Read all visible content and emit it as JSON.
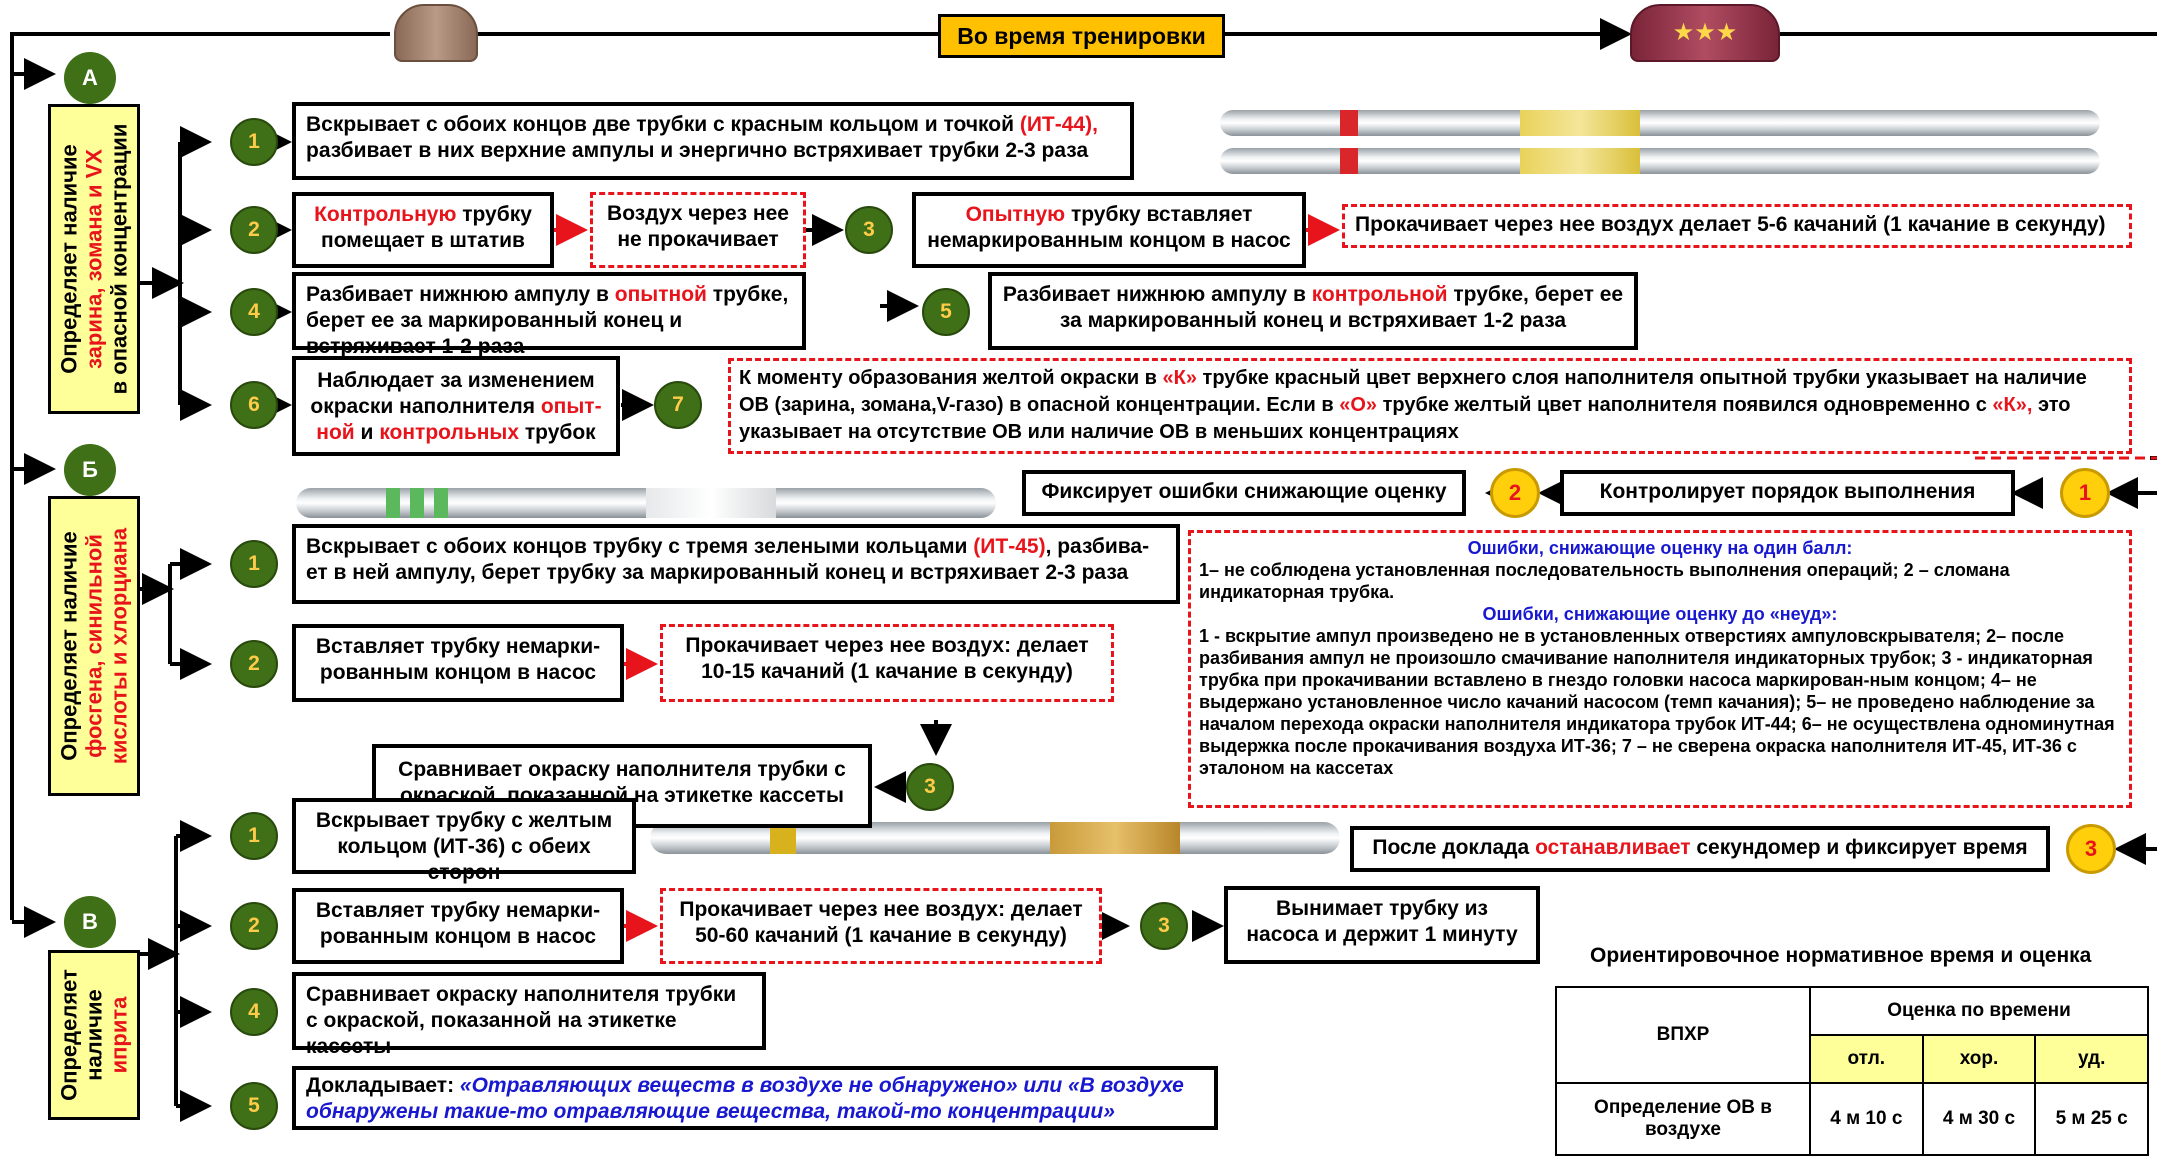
{
  "header": {
    "title": "Во время тренировки"
  },
  "sections": {
    "A": {
      "letter": "А",
      "label_lines": [
        "Определяет наличие",
        "зарина, зомана и VX",
        "в опасной концентрации"
      ]
    },
    "B": {
      "letter": "Б",
      "label_lines": [
        "Определяет наличие",
        "фосгена, синильной",
        "кислоты и хлорциана"
      ]
    },
    "C": {
      "letter": "В",
      "label_lines": [
        "Определяет",
        "наличие",
        "иприта"
      ]
    }
  },
  "steps_a": {
    "s1": {
      "num": "1",
      "text": "Вскрывает с обоих концов две трубки с красным кольцом и точкой ",
      "red": "(ИТ-44),",
      "text2": "разбивает в них верхние ампулы и энергично встряхивает трубки 2-3 раза"
    },
    "s2": {
      "num": "2",
      "red": "Контрольную",
      "text": " трубку помещает в штатив"
    },
    "s2b": {
      "text": "Воздух через нее не прокачивает"
    },
    "s3": {
      "num": "3",
      "red": "Опытную",
      "text": " трубку вставляет немаркированным концом в насос"
    },
    "s3b": {
      "text": "Прокачивает через нее воздух делает 5-6 качаний (1 качание в секунду)"
    },
    "s4": {
      "num": "4",
      "text": "Разбивает нижнюю ампулу в ",
      "red": "опытной",
      "text2": " трубке, берет ее за маркированный конец и встряхивает 1-2 раза"
    },
    "s5": {
      "num": "5",
      "text": "Разбивает нижнюю ампулу в ",
      "red": "контрольной",
      "text2": " трубке, берет ее за маркированный конец и встряхивает 1-2 раза"
    },
    "s6": {
      "num": "6",
      "text": "Наблюдает за изменением окраски наполнителя ",
      "red": "опыт-ной",
      "mid": " и ",
      "red2": "контрольных",
      "text2": " трубок"
    },
    "s7": {
      "num": "7",
      "t1": "К моменту образования желтой окраски в ",
      "r1": "«К»",
      "t2": " трубке красный цвет верхнего слоя наполнителя опытной трубки указывает на наличие ОВ (зарина, зомана,V-газо) в опасной концентрации. Если в ",
      "r2": "«О»",
      "t3": " трубке желтый цвет наполнителя появился одновременно с ",
      "r3": "«К»,",
      "t4": " это указывает на отсутствие ОВ или наличие ОВ в меньших концентрациях"
    }
  },
  "steps_b": {
    "s1": {
      "num": "1",
      "text": "Вскрывает с обоих концов трубку с тремя зелеными кольцами ",
      "red": "(ИТ-45)",
      "text2": ", разбива-ет в ней ампулу, берет трубку за маркированный конец и встряхивает 2-3 раза"
    },
    "s2": {
      "num": "2",
      "text": "Вставляет трубку немарки-рованным концом в насос"
    },
    "s2b": {
      "text": "Прокачивает через нее воздух: делает 10-15 качаний (1 качание в секунду)"
    },
    "s3": {
      "num": "3",
      "text": "Сравнивает окраску наполнителя трубки с окраской, показанной на этикетке кассеты"
    }
  },
  "steps_c": {
    "s1": {
      "num": "1",
      "text": "Вскрывает трубку с желтым кольцом (ИТ-36) с обеих сторон"
    },
    "s2": {
      "num": "2",
      "text": "Вставляет трубку немарки-рованным концом в насос"
    },
    "s2b": {
      "text": "Прокачивает через нее воздух: делает 50-60 качаний (1 качание в секунду)"
    },
    "s3": {
      "num": "3",
      "text": "Вынимает трубку из насоса и держит 1 минуту"
    },
    "s4": {
      "num": "4",
      "text": "Сравнивает окраску наполнителя трубки с окраской, показанной на этикетке кассеты"
    },
    "s5": {
      "num": "5",
      "label": "Докладывает: ",
      "quote": "«Отравляющих веществ в воздухе не обнаружено» или «В воздухе обнаружены такие-то отравляющие вещества, такой-то концентрации»"
    }
  },
  "instructor": {
    "y1": {
      "num": "1",
      "text": "Контролирует порядок выполнения"
    },
    "y2": {
      "num": "2",
      "text": "Фиксирует ошибки  снижающие оценку"
    },
    "y3": {
      "num": "3",
      "text1": "После доклада ",
      "red": "останавливает",
      "text2": " секундомер и фиксирует  время"
    }
  },
  "errors": {
    "title1": "Ошибки, снижающие оценку на один балл:",
    "body1": "1– не соблюдена  установленная последовательность выполнения операций; 2 – сломана индикаторная трубка.",
    "title2": "Ошибки, снижающие оценку до «неуд»:",
    "body2": "1 - вскрытие ампул произведено не в установленных отверстиях ампуловскрывателя; 2– после разбивания ампул не произошло смачивание наполнителя индикаторных трубок; 3 - индикаторная трубка при прокачивании вставлено в гнездо головки насоса маркирован-ным концом; 4– не выдержано установленное число качаний насосом (темп качания); 5– не проведено наблюдение за началом перехода окраски наполнителя индикатора трубок ИТ-44; 6– не осуществлена одноминутная выдержка после прокачивания воздуха  ИТ-36; 7 – не сверена окраска наполнителя  ИТ-45, ИТ-36 с эталоном на кассетах"
  },
  "grades": {
    "title": "Ориентировочное  нормативное время и оценка",
    "col_vpkhr": "ВПХР",
    "col_group": "Оценка по времени",
    "cols": [
      "отл.",
      "хор.",
      "уд."
    ],
    "row_label": "Определение ОВ в воздухе",
    "row_values": [
      "4 м 10 с",
      "4 м 30 с",
      "5 м 25 с"
    ]
  },
  "colors": {
    "accent_red": "#e8141c",
    "label_yellow": "#ffff99",
    "step_green": "#3f6f16",
    "title_gold": "#ffc000",
    "instructor_yellow": "#fecf0a"
  }
}
